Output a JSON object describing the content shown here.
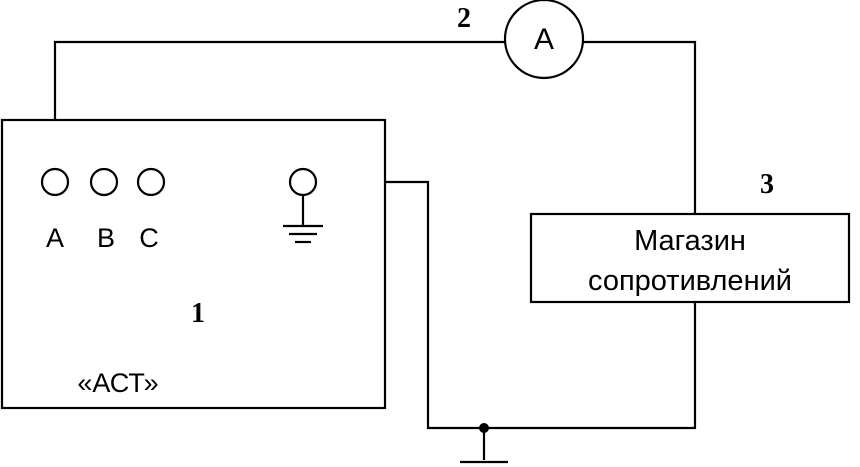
{
  "device": {
    "number": "1",
    "name": "«АСТ»",
    "terminals": [
      "A",
      "B",
      "C"
    ]
  },
  "ammeter": {
    "number": "2",
    "symbol": "A"
  },
  "resistance_box": {
    "number": "3",
    "line1": "Магазин",
    "line2": "сопротивлений"
  }
}
